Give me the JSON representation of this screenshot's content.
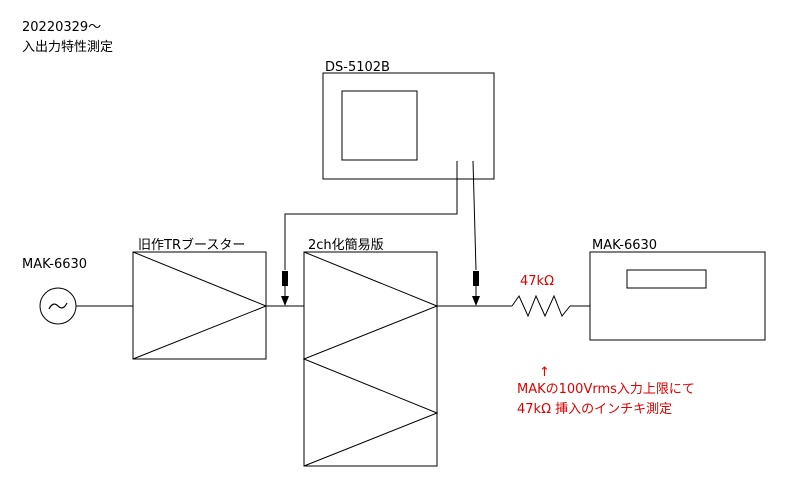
{
  "header": {
    "date": "20220329～",
    "title": "入出力特性測定"
  },
  "oscilloscope": {
    "label": "DS-5102B"
  },
  "generator": {
    "label": "MAK-6630",
    "symbol": "~"
  },
  "booster": {
    "label": "旧作TRブースター"
  },
  "amplifier": {
    "label": "2ch化簡易版"
  },
  "resistor": {
    "label": "47kΩ"
  },
  "meter": {
    "label": "MAK-6630"
  },
  "note": {
    "arrow": "↑",
    "line1": "MAKの100Vrms入力上限にて",
    "line2": "47kΩ 挿入のインチキ測定"
  },
  "colors": {
    "line": "#000000",
    "note": "#e00000",
    "background": "#ffffff"
  }
}
